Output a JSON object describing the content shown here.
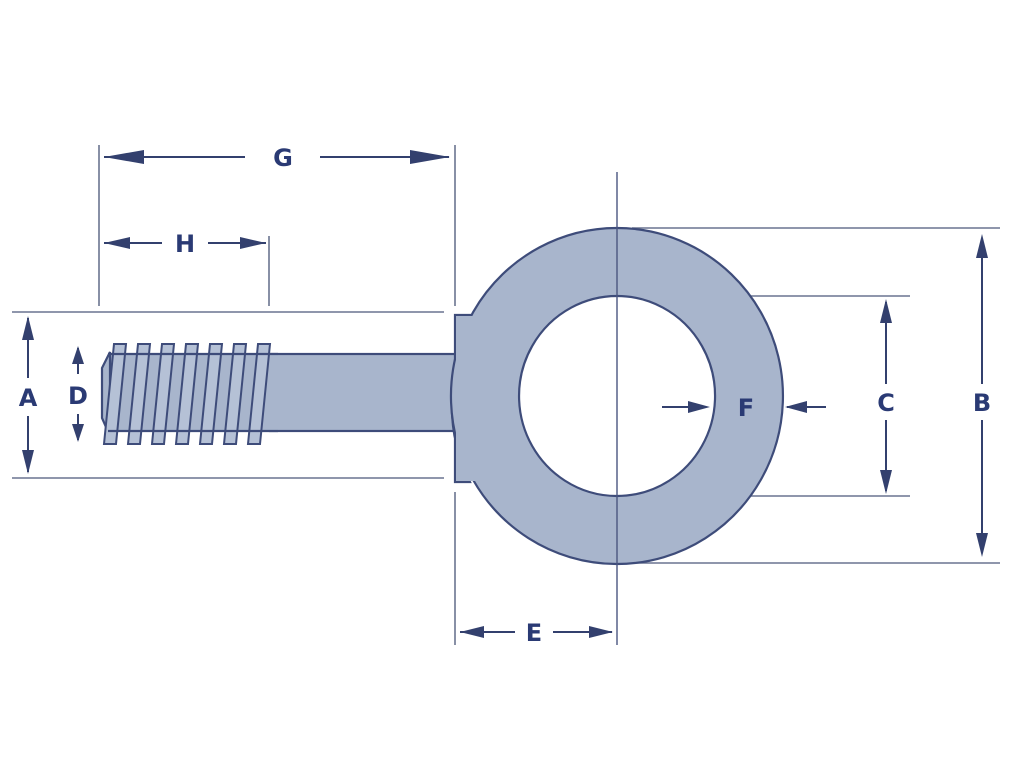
{
  "labels": {
    "a": "A",
    "b": "B",
    "c": "C",
    "d": "D",
    "e": "E",
    "f": "F",
    "g": "G",
    "h": "H"
  },
  "colors": {
    "line": "#33406e",
    "body": "#a8b5cc",
    "text": "#2a3a74"
  }
}
